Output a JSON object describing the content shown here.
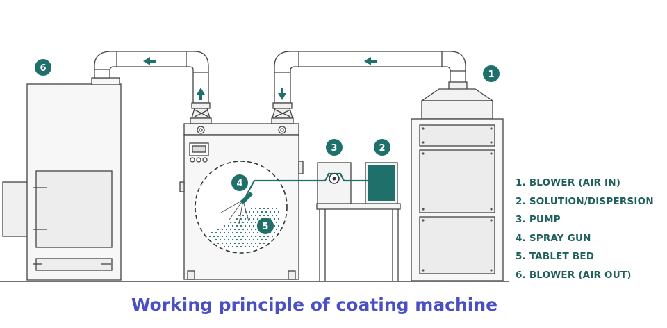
{
  "diagram": {
    "badges": [
      "1",
      "2",
      "3",
      "4",
      "5",
      "6"
    ],
    "legend": [
      "1. BLOWER (AIR IN)",
      "2. SOLUTION/DISPERSION",
      "3. PUMP",
      "4. SPRAY GUN",
      "5. TABLET BED",
      "6. BLOWER (AIR OUT)"
    ],
    "title": "Working principle of coating machine",
    "colors": {
      "teal": "#1f6f6a",
      "outline": "#4a4a4a",
      "panel": "#ececec",
      "title": "#4a4fc2"
    }
  }
}
